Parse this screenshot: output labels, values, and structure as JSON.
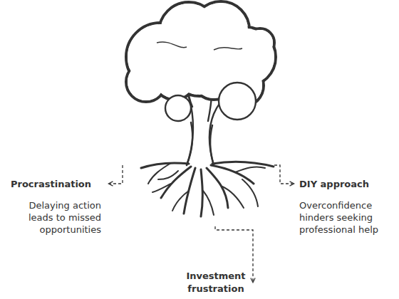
{
  "diagram": {
    "labels": [
      "Procrastination",
      "Delaying action leads to missed opportunities",
      "DIY approach",
      "Overconfidence hinders seeking professional help",
      "Investment frustration"
    ]
  }
}
